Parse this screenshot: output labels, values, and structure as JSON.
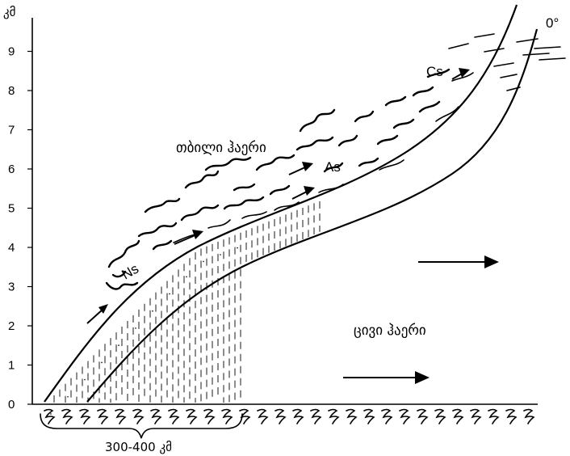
{
  "axis": {
    "unit": "კმ",
    "ticks": [
      "0",
      "1",
      "2",
      "3",
      "4",
      "5",
      "6",
      "7",
      "8",
      "9"
    ]
  },
  "labels": {
    "warm_air": "თბილი ჰაერი",
    "cold_air": "ცივი ჰაერი",
    "zero_isotherm": "0°",
    "ns": "Ns",
    "as": "As",
    "cs": "Cs",
    "distance": "300-400 კმ"
  }
}
